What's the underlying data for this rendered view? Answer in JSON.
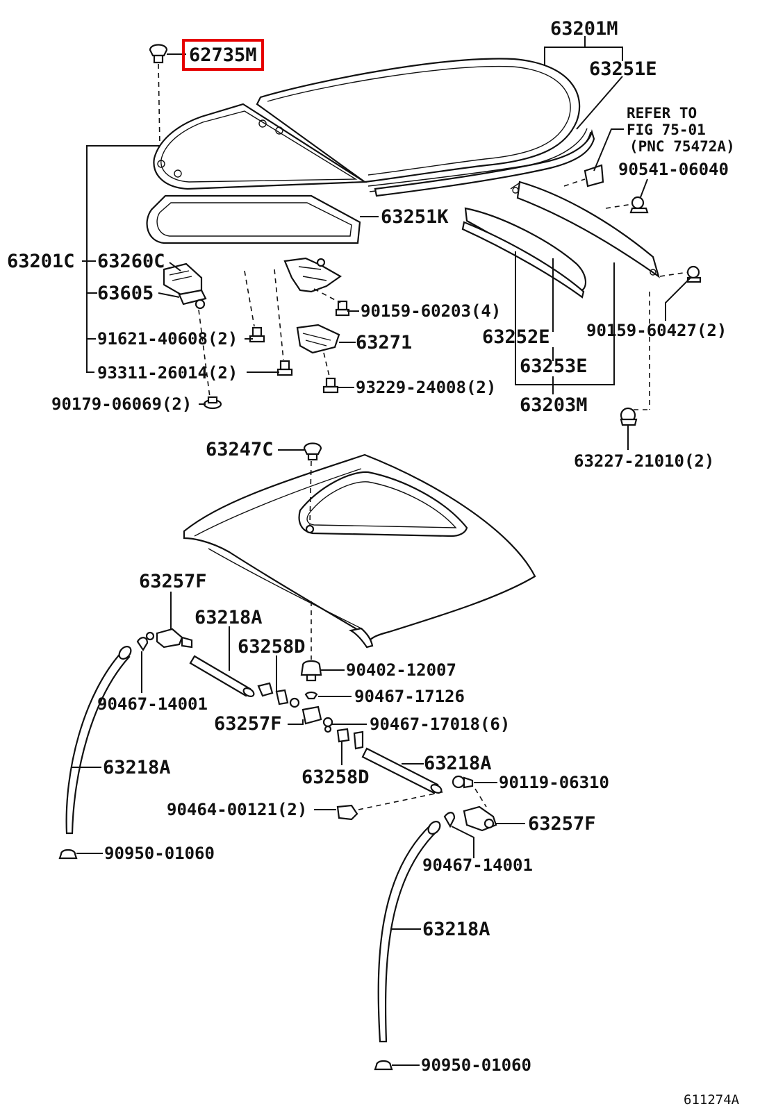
{
  "labels": {
    "p62735M": "62735M",
    "p63201M": "63201M",
    "p63251E": "63251E",
    "refer_line1": "REFER TO",
    "refer_line2": "FIG 75-01",
    "refer_line3": "(PNC 75472A)",
    "p90541_06040": "90541-06040",
    "p63251K": "63251K",
    "p63201C": "63201C",
    "p63260C": "63260C",
    "p63605": "63605",
    "p90159_60203": "90159-60203(4)",
    "p63252E": "63252E",
    "p90159_60427": "90159-60427(2)",
    "p91621_40608": "91621-40608(2)",
    "p63271": "63271",
    "p63253E": "63253E",
    "p93311_26014": "93311-26014(2)",
    "p93229_24008": "93229-24008(2)",
    "p63203M": "63203M",
    "p90179_06069": "90179-06069(2)",
    "p63227_21010": "63227-21010(2)",
    "p63247C": "63247C",
    "p63257F_a": "63257F",
    "p63218A_a": "63218A",
    "p63258D_a": "63258D",
    "p90402_12007": "90402-12007",
    "p90467_14001_a": "90467-14001",
    "p90467_17126": "90467-17126",
    "p63257F_b": "63257F",
    "p90467_17018": "90467-17018(6)",
    "p63218A_b": "63218A",
    "p63218A_c": "63218A",
    "p63258D_b": "63258D",
    "p90119_06310": "90119-06310",
    "p90464_00121": "90464-00121(2)",
    "p63257F_c": "63257F",
    "p90950_01060_a": "90950-01060",
    "p90467_14001_b": "90467-14001",
    "p63218A_d": "63218A",
    "p90950_01060_b": "90950-01060",
    "figure_code": "611274A"
  },
  "highlight": {
    "target": "62735M",
    "color": "#e60000"
  }
}
